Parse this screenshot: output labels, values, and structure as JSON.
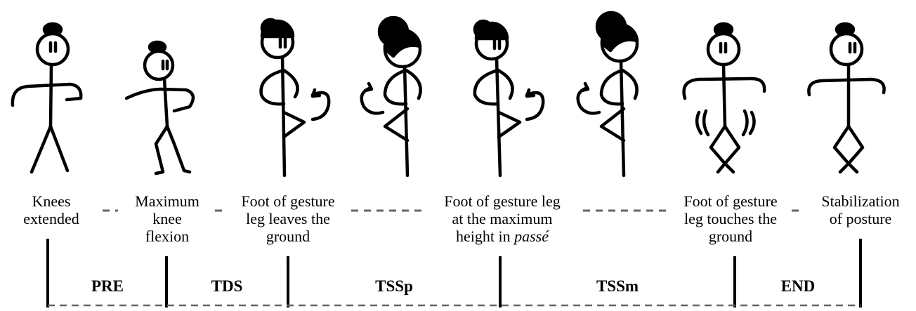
{
  "events": [
    {
      "id": "knees-extended",
      "lines": [
        "Knees",
        "extended"
      ]
    },
    {
      "id": "maximum-knee-flexion",
      "lines": [
        "Maximum",
        "knee",
        "flexion"
      ]
    },
    {
      "id": "foot-leaves-ground",
      "lines": [
        "Foot of gesture",
        "leg leaves the",
        "ground"
      ]
    },
    {
      "id": "foot-max-height",
      "lines": [
        "Foot of gesture leg",
        "at the maximum"
      ],
      "line3_prefix": "height in ",
      "line3_italic": "passé"
    },
    {
      "id": "foot-touches-ground",
      "lines": [
        "Foot of gesture",
        "leg touches the",
        "ground"
      ]
    },
    {
      "id": "stabilization",
      "lines": [
        "Stabilization",
        "of posture"
      ]
    }
  ],
  "phases": [
    {
      "id": "pre",
      "label": "PRE"
    },
    {
      "id": "tds",
      "label": "TDS"
    },
    {
      "id": "tssp",
      "label": "TSSp"
    },
    {
      "id": "tssm",
      "label": "TSSm"
    },
    {
      "id": "end",
      "label": "END"
    }
  ],
  "figures": [
    {
      "id": "figure-knees-extended",
      "pose": "standing-arms-out"
    },
    {
      "id": "figure-knee-flexion",
      "pose": "squat-arms-out"
    },
    {
      "id": "figure-foot-leaves",
      "pose": "passe-rotate-right"
    },
    {
      "id": "figure-passe-1",
      "pose": "passe-rotate-left"
    },
    {
      "id": "figure-passe-2",
      "pose": "passe-rotate-right"
    },
    {
      "id": "figure-passe-3",
      "pose": "passe-rotate-left"
    },
    {
      "id": "figure-landing",
      "pose": "landing-arms-out"
    },
    {
      "id": "figure-stabilization",
      "pose": "standing-diamond"
    }
  ],
  "colors": {
    "ink": "#000000",
    "dash": "#666666",
    "background": "#ffffff"
  }
}
